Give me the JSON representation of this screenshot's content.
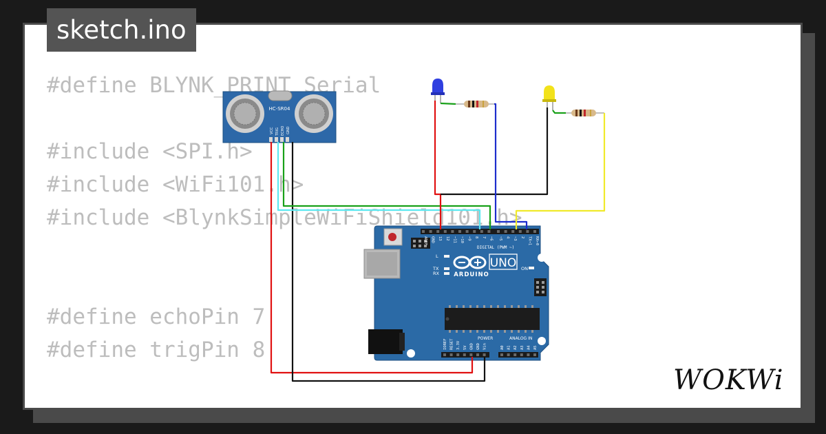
{
  "tab": {
    "filename": "sketch.ino"
  },
  "code_lines": [
    "#define BLYNK_PRINT Serial",
    "",
    "#include <SPI.h>",
    "#include <WiFi101.h>",
    "#include <BlynkSimpleWiFiShield101.h>",
    "",
    "",
    "#define echoPin 7",
    "#define trigPin 8"
  ],
  "sensor": {
    "model": "HC-SR04",
    "pins": [
      "VCC",
      "TRIG",
      "ECHO",
      "GND"
    ]
  },
  "board": {
    "brand": "ARDUINO",
    "model": "UNO",
    "digital_label": "DIGITAL (PWM ~)",
    "power_label": "POWER",
    "analog_label": "ANALOG IN",
    "top_pins": [
      "AREF",
      "GND",
      "13",
      "12",
      "~11",
      "~10",
      "~9",
      "8",
      "7",
      "~6",
      "~5",
      "4",
      "~3",
      "2",
      "TX→1",
      "RX←0"
    ],
    "power_pins": [
      "IOREF",
      "RESET",
      "3.3V",
      "5V",
      "GND",
      "GND",
      "Vin"
    ],
    "analog_pins": [
      "A0",
      "A1",
      "A2",
      "A3",
      "A4",
      "A5"
    ],
    "leds": [
      "L",
      "TX",
      "RX",
      "ON"
    ]
  },
  "components": {
    "led_1_color": "#2f3fe0",
    "led_2_color": "#f2e21a"
  },
  "wire_colors": {
    "red": "#e01010",
    "black": "#111111",
    "green": "#18a018",
    "cyan": "#5de8f0",
    "blue": "#1c2ccc",
    "yellow": "#f0ea2a"
  },
  "logo": {
    "text": "WOKWi"
  }
}
